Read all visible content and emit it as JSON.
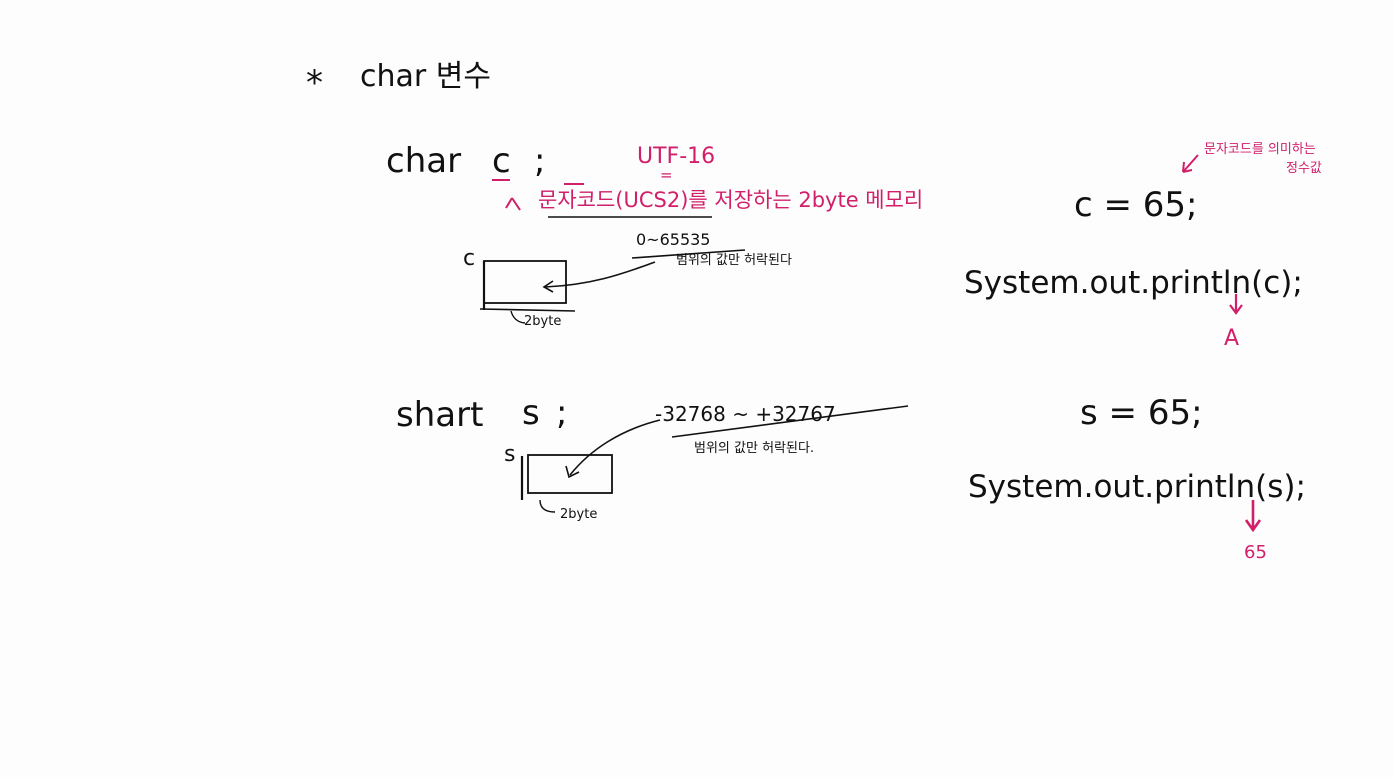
{
  "colors": {
    "ink": "#111111",
    "accent": "#d11f6a",
    "paper": "#fdfdfd"
  },
  "heading": {
    "bullet": "*",
    "text": "char 변수"
  },
  "char_section": {
    "decl": "char",
    "var": "c",
    "semicolon": ";",
    "encoding": "UTF-16",
    "equals_mark": "=",
    "note": "문자코드(UCS2)를 저장하는 2byte 메모리",
    "range": "0~65535",
    "range_note": "범위의 값만 허락된다",
    "box_label": "c",
    "box_size": "2byte"
  },
  "short_section": {
    "decl": "shart",
    "var": "s",
    "semicolon": ";",
    "range": "-32768 ~ +32767",
    "range_note": "범위의 값만 허락된다.",
    "box_label": "s",
    "box_size": "2byte"
  },
  "right_column": {
    "note_line1": "문자코드를 의미하는",
    "note_line2": "정수값",
    "assign_c": "c = 65;",
    "print_c": "System.out.println(c);",
    "output_c": "A",
    "assign_s": "s = 65;",
    "print_s": "System.out.println(s);",
    "output_s": "65"
  }
}
